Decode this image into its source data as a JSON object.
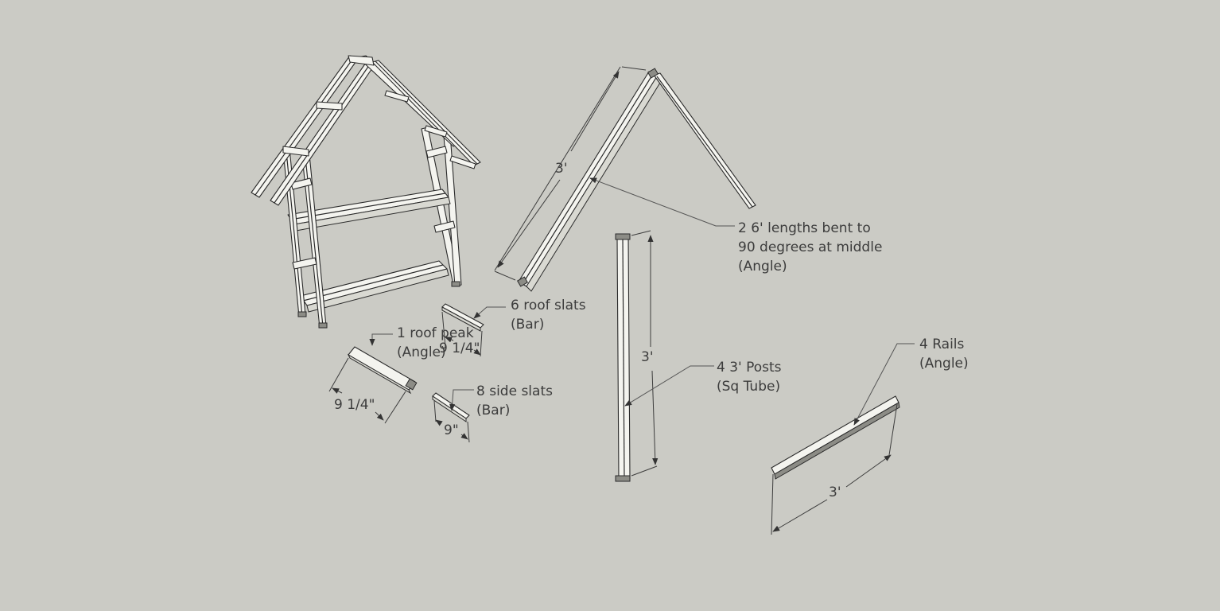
{
  "colors": {
    "background": "#cbcbc5",
    "part_face": "#f4f4ef",
    "line": "#2a2a2a",
    "text": "#3c3c3c"
  },
  "labels": {
    "roof_angle": [
      "2 6' lengths bent to",
      "90 degrees at middle",
      "(Angle)"
    ],
    "roof_slats": [
      "6 roof slats",
      "(Bar)"
    ],
    "roof_peak": [
      "1 roof peak",
      "(Angle)"
    ],
    "side_slats": [
      "8 side slats",
      "(Bar)"
    ],
    "posts": [
      "4 3' Posts",
      "(Sq Tube)"
    ],
    "rails": [
      "4 Rails",
      "(Angle)"
    ]
  },
  "dimensions": {
    "roof_length": "3'",
    "post_length": "3'",
    "rail_length": "3'",
    "roof_slat_length": "9 1/4\"",
    "roof_peak_length": "9 1/4\"",
    "side_slat_length": "9\""
  }
}
